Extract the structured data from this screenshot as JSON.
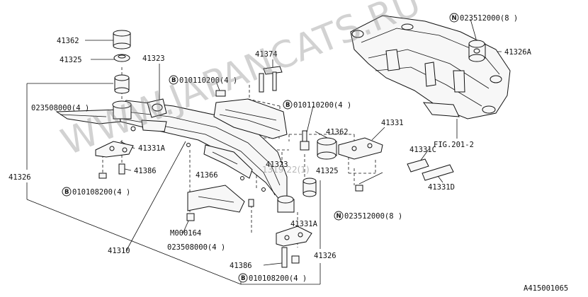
{
  "diagram": {
    "labels": {
      "p41362_top": "41362",
      "p41325_top": "41325",
      "p41323_top": "41323",
      "p41374": "41374",
      "bolt_b_top": "010110200(4 )",
      "bolt_b_mid": "010110200(4 )",
      "p023508_left": "023508000(4 )",
      "p41331A_left": "41331A",
      "p41386_left": "41386",
      "bolt_b_left": "010108200(4 )",
      "p41326_left": "41326",
      "p41366": "41366",
      "m000164": "M000164",
      "p023508_bottom": "023508000(4 )",
      "p41310": "41310",
      "p41323_mid": "41323",
      "p41325_mid": "41325",
      "p41362_mid": "41362",
      "p41331": "41331",
      "nut_n_mid": "023512000(8 )",
      "p41331C": "41331C",
      "p41331D": "41331D",
      "p41331A_bottom": "41331A",
      "p41326_bottom": "41326",
      "p41386_bottom": "41386",
      "bolt_b_bottom": "010108200(4 )",
      "nut_n_top": "023512000(8 )",
      "p41326A": "41326A",
      "fig_ref": "FIG.201-2",
      "drawing_code": "A415001065",
      "circle_b": "B",
      "circle_n": "N"
    },
    "watermark": "WWW.JAPANCATS.RU",
    "stamp": "1319.22(1)",
    "colors": {
      "line": "#111111",
      "watermark": "#8a8a8a"
    }
  }
}
